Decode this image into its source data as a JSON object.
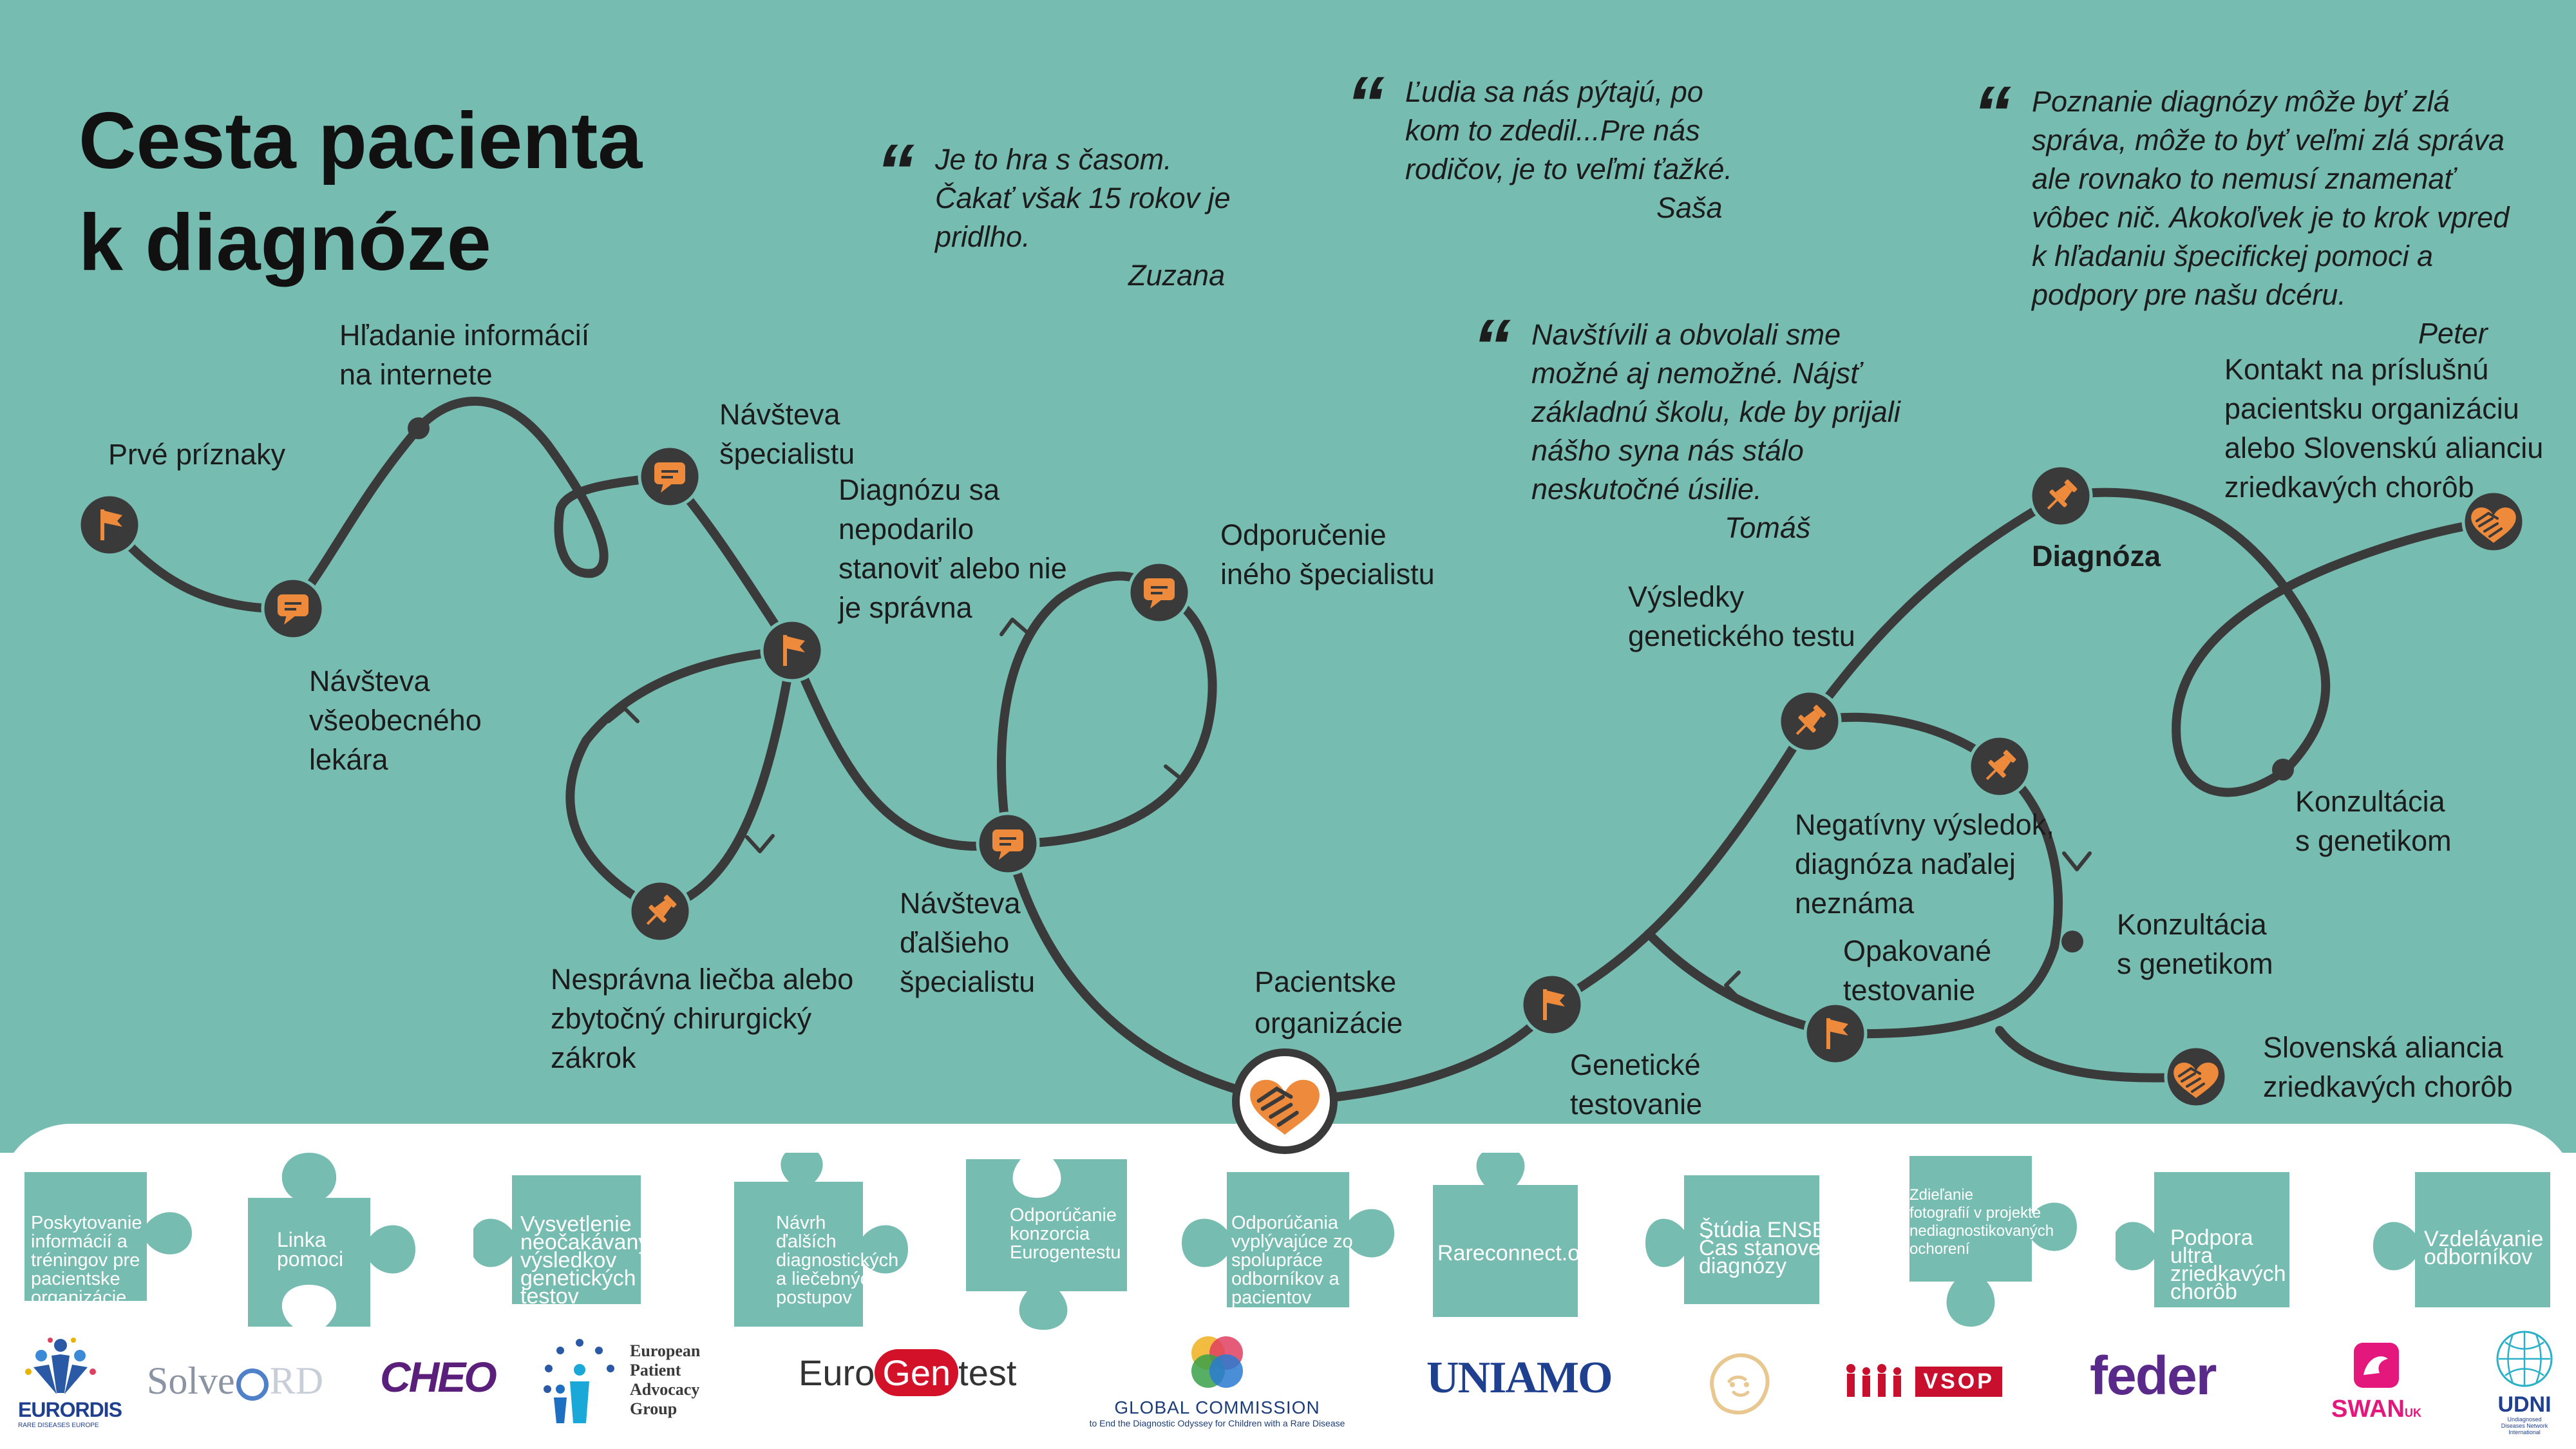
{
  "title": "Cesta pacienta\nk diagnóze",
  "colors": {
    "background": "#77bcb1",
    "path": "#3a3a3a",
    "accent": "#ee8a3b",
    "panel": "#ffffff",
    "puzzle": "#77bcb1"
  },
  "stops": [
    {
      "icon": "flag-icon",
      "label": "Prvé príznaky"
    },
    {
      "icon": "speech-bubble-icon",
      "label": "Návšteva\nvšeobecného\nlekára"
    },
    {
      "icon": "",
      "label": "Hľadanie informácií\nna internete"
    },
    {
      "icon": "speech-bubble-icon",
      "label": "Návšteva\nšpecialistu"
    },
    {
      "icon": "flag-icon",
      "label": "Diagnózu sa\nnepodarilo\nstanoviť alebo nie\nje správna"
    },
    {
      "icon": "pin-icon",
      "label": "Nesprávna liečba alebo\nzbytočný chirurgický\nzákrok"
    },
    {
      "icon": "speech-bubble-icon",
      "label": "Návšteva\nďalšieho\nšpecialistu"
    },
    {
      "icon": "speech-bubble-icon",
      "label": "Odporučenie\niného špecialistu"
    },
    {
      "icon": "handshake-heart-icon",
      "label": "Pacientske\norganizácie"
    },
    {
      "icon": "flag-icon",
      "label": "Genetické\ntestovanie"
    },
    {
      "icon": "flag-icon",
      "label": "Opakované\ntestovanie"
    },
    {
      "icon": "pin-icon",
      "label": "Výsledky\ngenetického testu"
    },
    {
      "icon": "pin-icon",
      "label": "Negatívny výsledok,\ndiagnóza naďalej\nneznáma"
    },
    {
      "icon": "",
      "label": "Konzultácia\ns genetikom"
    },
    {
      "icon": "handshake-heart-icon",
      "label": "Slovenská aliancia\nzriedkavých chorôb"
    },
    {
      "icon": "pin-icon",
      "label": "Diagnóza"
    },
    {
      "icon": "",
      "label": "Konzultácia\ns genetikom"
    },
    {
      "icon": "handshake-heart-icon",
      "label": "Kontakt na príslušnú\npacientsku organizáciu\nalebo Slovenskú alianciu\nzriedkavých chorôb"
    }
  ],
  "quotes": [
    {
      "text": "Je to hra s časom.\nČakať však 15 rokov je\npridlho.",
      "author": "Zuzana"
    },
    {
      "text": "Ľudia sa nás pýtajú, po\nkom to zdedil...Pre nás\nrodičov, je to veľmi ťažké.",
      "author": "Saša"
    },
    {
      "text": "Navštívili a obvolali sme\nmožné aj nemožné. Nájsť\nzákladnú školu, kde by prijali\nnášho syna nás stálo\nneskutočné úsilie.",
      "author": "Tomáš"
    },
    {
      "text": "Poznanie diagnózy môže byť zlá\nspráva, môže to byť veľmi zlá správa\nale rovnako to nemusí znamenať\nvôbec nič. Akokoľvek je to krok vpred\nk hľadaniu špecifickej pomoci a\npodpory pre našu dcéru.",
      "author": "Peter"
    }
  ],
  "puzzles": [
    "Poskytovanie\ninformácií a\ntréningov pre\npacientske\norganizácie",
    "Linka\npomoci",
    "Vysvetlenie\nneočakávaných\nvýsledkov\ngenetických\ntestov",
    "Návrh\nďalších\ndiagnostických\na liečebných\npostupov",
    "Odporúčanie\nkonzorcia\nEurogentestu",
    "Odporúčania\nvyplývajúce zo\nspolupráce\nodborníkov a\npacientov",
    "Rareconnect.org",
    "Štúdia ENSERIO\nČas stanovenia\ndiagnózy",
    "Zdieľanie\nfotografií v projekte\nnediagnostikovaných\nochorení",
    "Podpora\nultra\nzriedkavých\nchorôb",
    "Vzdelávanie\nodborníkov"
  ],
  "logos": {
    "eurordis": {
      "name": "EURORDIS",
      "tagline": "RARE DISEASES EUROPE"
    },
    "solverd": {
      "part1": "Solve",
      "part2": "RD"
    },
    "cheo": "CHEO",
    "epag": "European\nPatient\nAdvocacy\nGroup",
    "eurogentest": {
      "part1": "Euro",
      "part2": "Gen",
      "part3": "test"
    },
    "global_commission": {
      "name": "GLOBAL COMMISSION",
      "tagline": "to End the Diagnostic Odyssey for Children with a Rare Disease"
    },
    "uniamo": "UNIAMO",
    "vsop": "VSOP",
    "feder": "feder",
    "swan": {
      "name": "SWAN",
      "suffix": "UK"
    },
    "udni": {
      "name": "UDNI",
      "tagline": "Undiagnosed\nDiseases Network\nInternational"
    }
  }
}
